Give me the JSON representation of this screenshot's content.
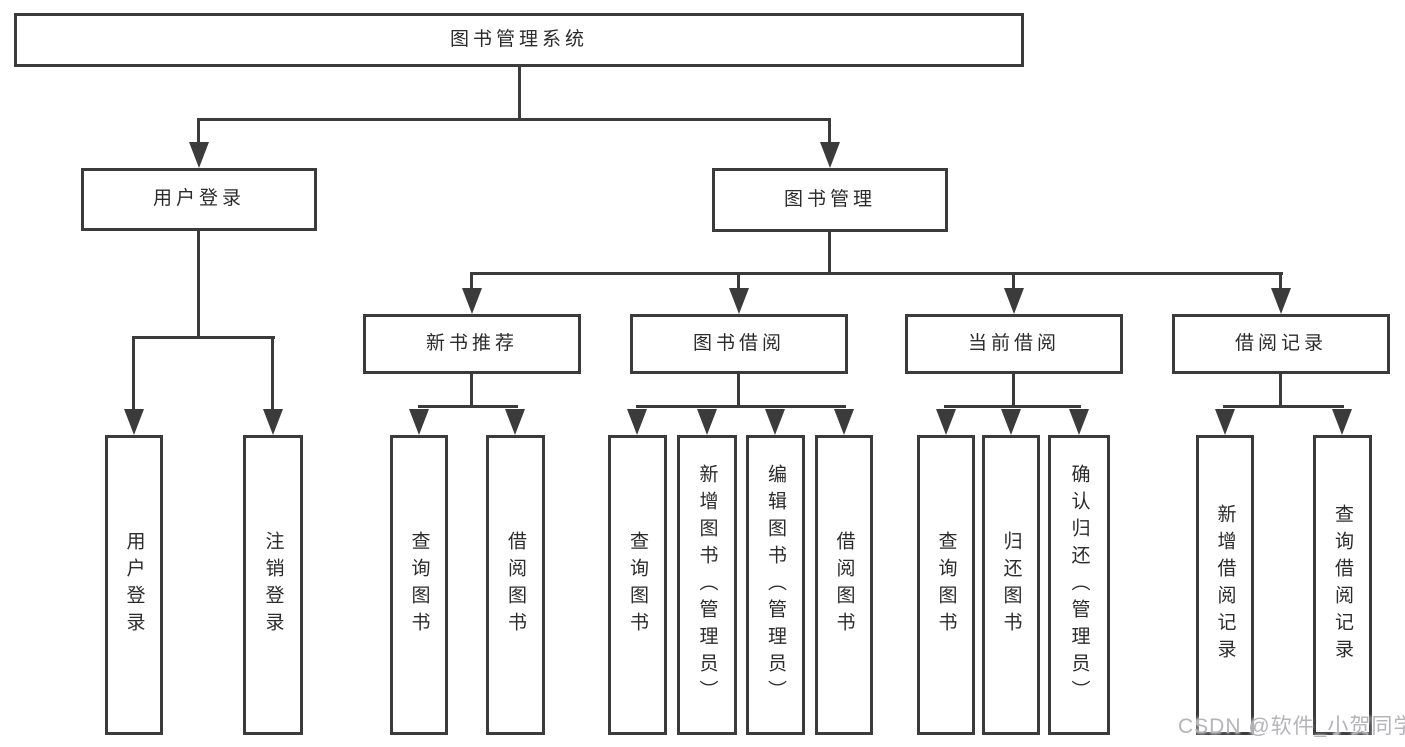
{
  "diagram": {
    "nodes": {
      "root": "图书管理系统",
      "user_login": "用户登录",
      "book_mgmt": "图书管理",
      "new_books": "新书推荐",
      "book_borrow": "图书借阅",
      "current_borrow": "当前借阅",
      "borrow_records": "借阅记录"
    },
    "leaves": {
      "user_login": [
        "用户登录",
        "注销登录"
      ],
      "new_books": [
        "查询图书",
        "借阅图书"
      ],
      "book_borrow": [
        "查询图书",
        "新增图书（管理员）",
        "编辑图书（管理员）",
        "借阅图书"
      ],
      "current_borrow": [
        "查询图书",
        "归还图书",
        "确认归还（管理员）"
      ],
      "borrow_records": [
        "新增借阅记录",
        "查询借阅记录"
      ]
    },
    "colors": {
      "line": "#3b3b3b",
      "text": "#2b2b2b",
      "background": "#ffffff",
      "watermark": "#b4b4b9"
    }
  },
  "watermark": "CSDN @软件_小贺同学"
}
